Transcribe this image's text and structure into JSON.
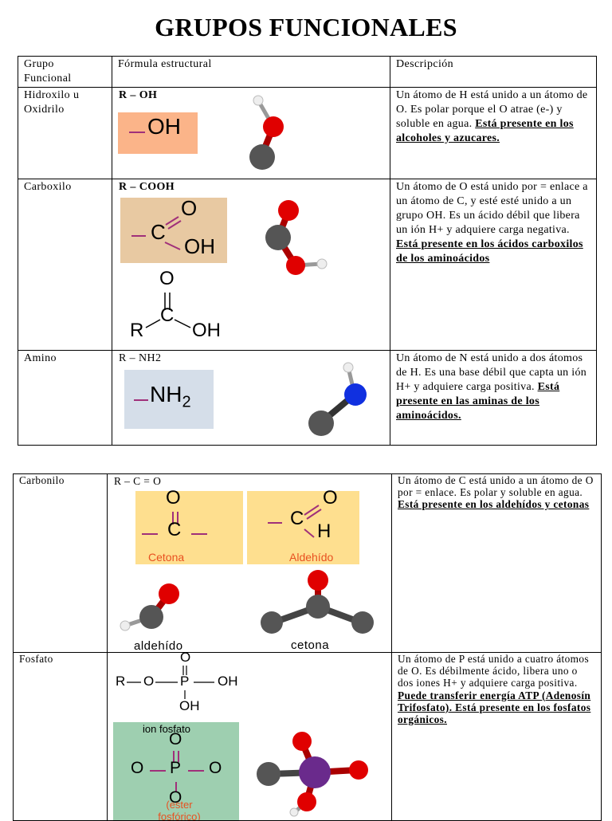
{
  "title": "GRUPOS FUNCIONALES",
  "headers": {
    "grupo": "Grupo Funcional",
    "formula": "Fórmula estructural",
    "descripcion": "Descripción"
  },
  "rows": [
    {
      "name": "Hidroxilo u Oxidrilo",
      "formula": "R – OH",
      "box_label": "OH",
      "description": "Un átomo de H está unido a un átomo de O. Es polar porque el O atrae (e-) y soluble en agua.",
      "highlight": "Está presente en los alcoholes y azucares."
    },
    {
      "name": "Carboxilo",
      "formula": "R – COOH",
      "box_c": "C",
      "box_o": "O",
      "box_oh": "OH",
      "struct_r": "R",
      "struct_c": "C",
      "struct_o": "O",
      "struct_oh": "OH",
      "description": "Un átomo de O está unido por = enlace a un átomo de C, y esté esté unido a un grupo OH. Es un ácido débil que libera un ión H+ y adquiere carga negativa.",
      "highlight": "Está presente en los ácidos carboxilos de los aminoácidos"
    },
    {
      "name": "Amino",
      "formula": "R – NH2",
      "box_label": "NH",
      "box_sub": "2",
      "description": "Un átomo de N está unido a dos átomos de H. Es una base débil que capta un ión H+ y adquiere carga positiva.",
      "highlight": "Está presente en las aminas de los aminoácidos."
    },
    {
      "name": "Carbonilo",
      "formula": "R – C = O",
      "cetona_label": "Cetona",
      "aldehido_label": "Aldehído",
      "atom_c": "C",
      "atom_o": "O",
      "atom_h": "H",
      "model_aldehido": "aldehído",
      "model_cetona": "cetona",
      "description": "Un átomo de C está unido a un átomo de O por = enlace. Es polar y soluble en agua.",
      "highlight": "Está presente en los aldehídos y cetonas"
    },
    {
      "name": "Fosfato",
      "struct_r": "R",
      "struct_o": "O",
      "struct_p": "P",
      "struct_oh": "OH",
      "ion_title": "ion fosfato",
      "ion_o": "O",
      "ion_p": "P",
      "ion_sub": "(ester fosfórico)",
      "description": "Un átomo de P está unido a cuatro átomos de O. Es débilmente ácido, libera uno o dos iones H+ y adquiere carga positiva.",
      "highlight": "Puede transferir energía ATP (Adenosín Trifosfato). Está presente en los fosfatos orgánicos."
    }
  ],
  "colors": {
    "hidroxilo_box": "#FBB489",
    "carboxilo_box": "#E8C9A2",
    "amino_box": "#D5DEE9",
    "carbonilo_box": "#FEDF8F",
    "fosfato_box": "#9ECFB0",
    "bond_magenta": "#A0307A",
    "oxygen": "#E00000",
    "carbon": "#555555",
    "nitrogen": "#1030E0",
    "phosphorus": "#6A2A8C",
    "caption_red": "#E85020"
  }
}
